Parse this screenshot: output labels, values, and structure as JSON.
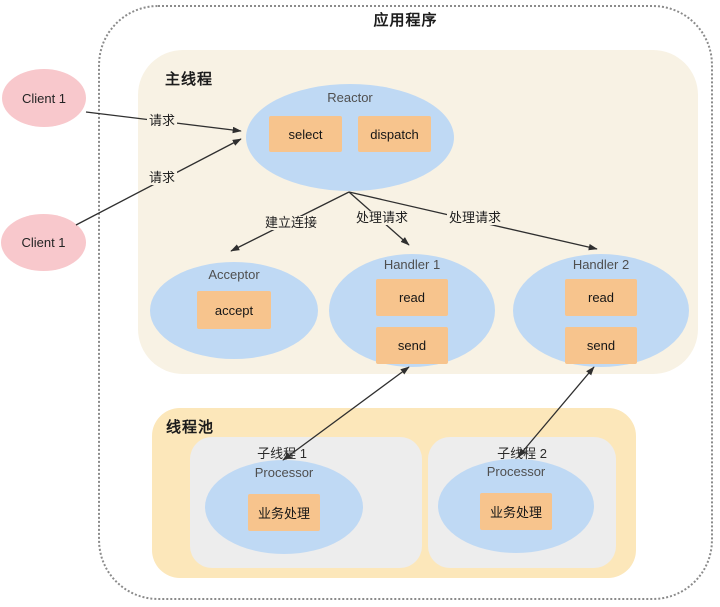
{
  "title": "应用程序",
  "clients": [
    {
      "label": "Client 1"
    },
    {
      "label": "Client 1"
    }
  ],
  "main_thread": {
    "label": "主线程",
    "reactor": {
      "title": "Reactor",
      "ops": [
        "select",
        "dispatch"
      ]
    },
    "acceptor": {
      "title": "Acceptor",
      "ops": [
        "accept"
      ]
    },
    "handlers": [
      {
        "title": "Handler 1",
        "ops": [
          "read",
          "send"
        ]
      },
      {
        "title": "Handler 2",
        "ops": [
          "read",
          "send"
        ]
      }
    ]
  },
  "thread_pool": {
    "label": "线程池",
    "workers": [
      {
        "label": "子线程 1",
        "processor": {
          "title": "Processor",
          "ops": [
            "业务处理"
          ]
        }
      },
      {
        "label": "子线程 2",
        "processor": {
          "title": "Processor",
          "ops": [
            "业务处理"
          ]
        }
      }
    ]
  },
  "edge_labels": {
    "request_1": "请求",
    "request_2": "请求",
    "establish_connection": "建立连接",
    "handle_request_1": "处理请求",
    "handle_request_2": "处理请求"
  },
  "colors": {
    "panel_main": "#F8F2E4",
    "panel_pool": "#FCE7BA",
    "ellipse_blue": "#BFD9F4",
    "box_orange": "#F7C48D",
    "client_pink": "#F8C8CC",
    "worker_gray": "#EDEDED",
    "arrow": "#2f2f2f"
  }
}
